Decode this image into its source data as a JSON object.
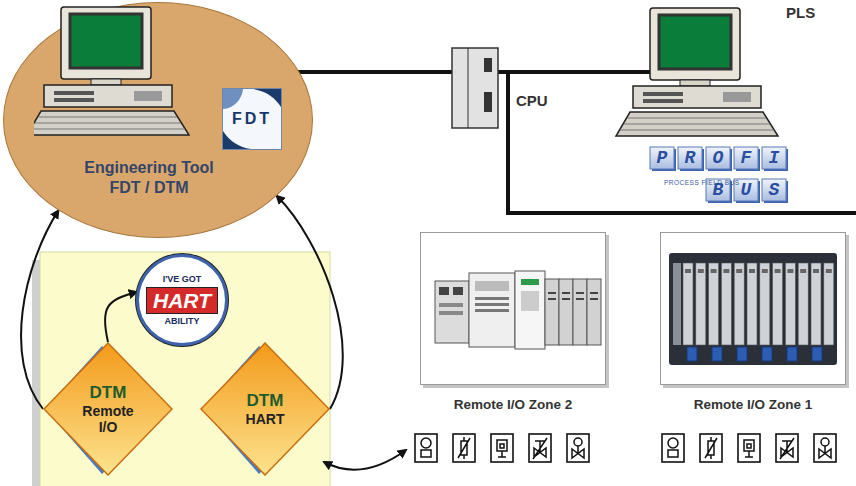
{
  "diagram": {
    "nodes": [
      {
        "text": [
          "Engineering Tool FDT / DTM"
        ]
      },
      {
        "text": [
          "FDT"
        ],
        "in": 0
      },
      {
        "text": [
          "I'VE GOT",
          "HART",
          "ABILITY"
        ]
      },
      {
        "text": [
          "DTM",
          "Remote I/O"
        ]
      },
      {
        "text": [
          "DTM",
          "HART"
        ]
      },
      {
        "text": [
          "Remote I/O Zone 2"
        ]
      },
      {
        "text": [
          "Remote I/O Zone 1"
        ]
      }
    ],
    "edges": [
      {
        "from": 3,
        "to": 0,
        "arrow": "to"
      },
      {
        "from": 4,
        "to": 0,
        "arrow": "to"
      },
      {
        "from": 3,
        "to": 2,
        "arrow": "to"
      }
    ],
    "labels": [
      "PLS",
      "CPU",
      "PROFI",
      "PROCESS FIELD BUS",
      "BUS"
    ]
  }
}
